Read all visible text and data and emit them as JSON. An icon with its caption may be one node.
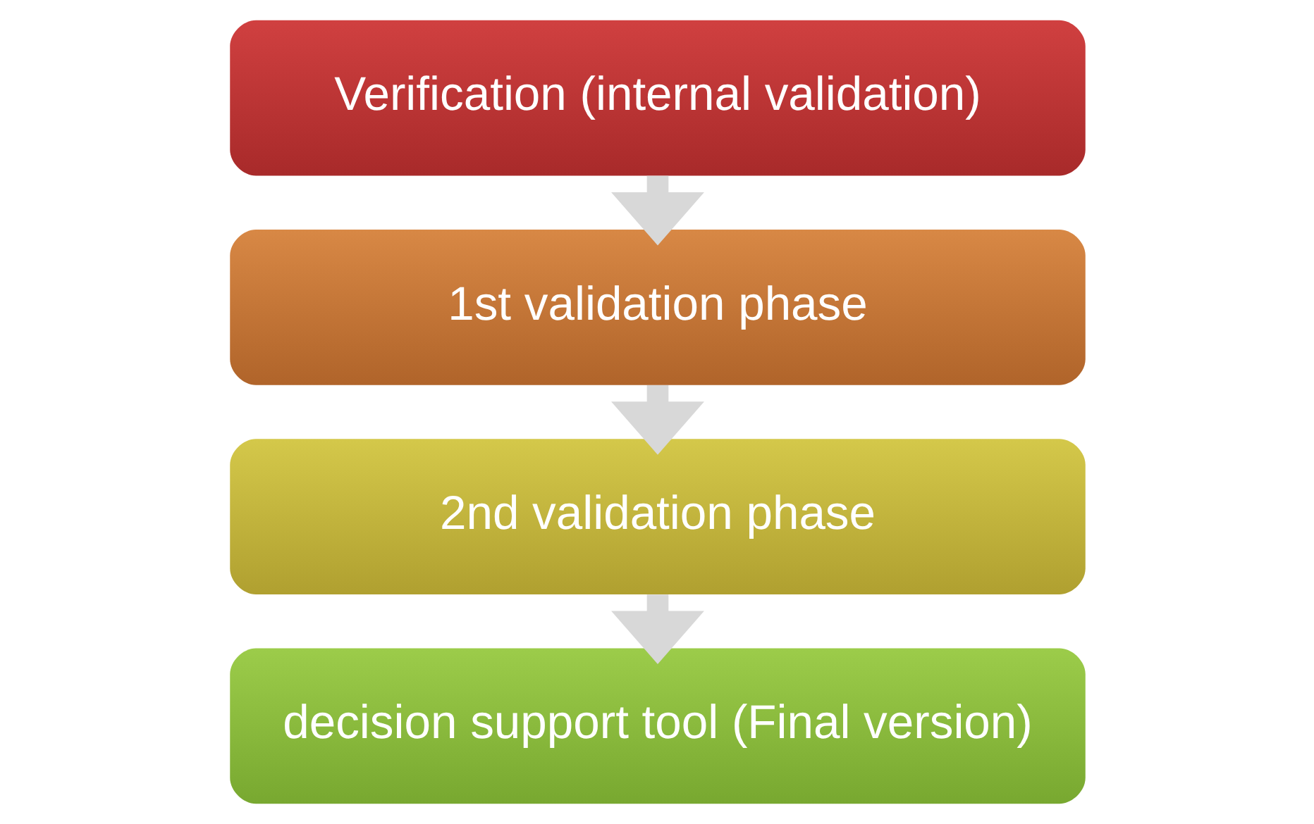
{
  "diagram": {
    "nodes": [
      {
        "text": [
          "Verification (internal validation)"
        ]
      },
      {
        "text": [
          "1st validation phase"
        ]
      },
      {
        "text": [
          "2nd validation phase"
        ]
      },
      {
        "text": [
          "decision support tool (Final version)"
        ]
      }
    ],
    "edges": [
      {
        "from": 0,
        "to": 1,
        "arrow": "to"
      },
      {
        "from": 1,
        "to": 2,
        "arrow": "to"
      },
      {
        "from": 2,
        "to": 3,
        "arrow": "to"
      }
    ]
  }
}
